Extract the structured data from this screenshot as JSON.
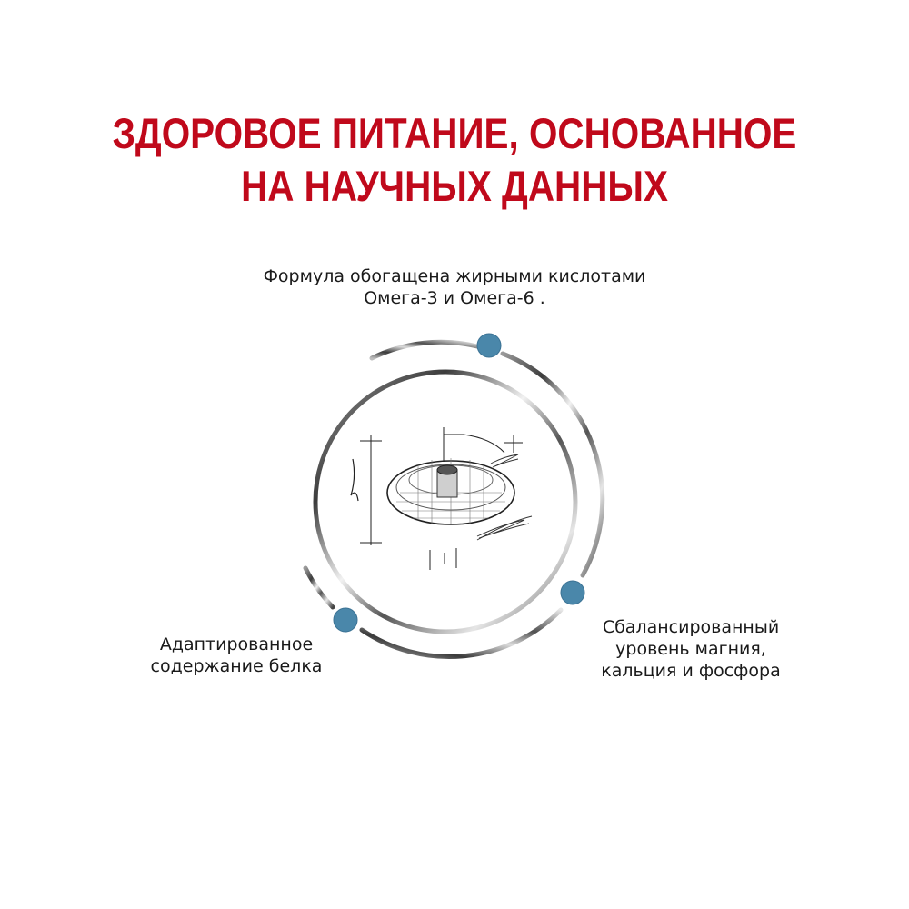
{
  "title": {
    "line1": "ЗДОРОВОЕ ПИТАНИЕ, ОСНОВАННОЕ",
    "line2": "НА НАУЧНЫХ ДАННЫХ",
    "color": "#c0091b"
  },
  "features": [
    {
      "position": "top",
      "line1": "Формула обогащена жирными кислотами",
      "line2": "Омега-3 и Омега-6 ."
    },
    {
      "position": "left",
      "line1": "Адаптированное",
      "line2": "содержание белка"
    },
    {
      "position": "right",
      "line1": "Сбалансированный",
      "line2": "уровень магния,",
      "line3": "кальция и фосфора"
    }
  ],
  "diagram": {
    "center_illustration": "kibble-sketch",
    "dot_color": "#4a87aa"
  }
}
